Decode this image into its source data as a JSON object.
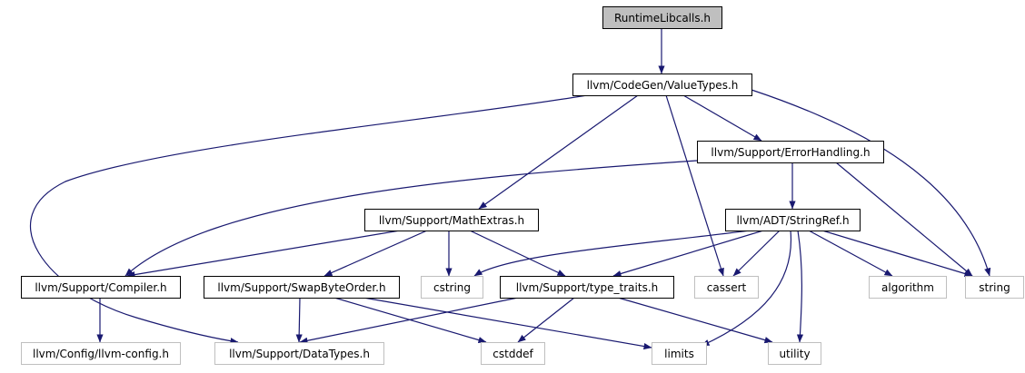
{
  "title": "RuntimeLibcalls.h",
  "colors": {
    "edge": "#191970",
    "root_fill": "#bfbfbf",
    "root_border": "#000000",
    "node_border": "#000000",
    "external_border": "#bfbfbf",
    "external_text": "#7f7f7f"
  },
  "nodes": [
    {
      "id": "runtimelibcalls",
      "label": "RuntimeLibcalls.h",
      "kind": "root"
    },
    {
      "id": "valuetypes",
      "label": "llvm/CodeGen/ValueTypes.h",
      "kind": "internal"
    },
    {
      "id": "errorhandling",
      "label": "llvm/Support/ErrorHandling.h",
      "kind": "internal"
    },
    {
      "id": "mathextras",
      "label": "llvm/Support/MathExtras.h",
      "kind": "internal"
    },
    {
      "id": "stringref",
      "label": "llvm/ADT/StringRef.h",
      "kind": "internal"
    },
    {
      "id": "compiler",
      "label": "llvm/Support/Compiler.h",
      "kind": "internal"
    },
    {
      "id": "swapbyteorder",
      "label": "llvm/Support/SwapByteOrder.h",
      "kind": "internal"
    },
    {
      "id": "cstring",
      "label": "cstring",
      "kind": "external"
    },
    {
      "id": "typetraits",
      "label": "llvm/Support/type_traits.h",
      "kind": "internal"
    },
    {
      "id": "cassert",
      "label": "cassert",
      "kind": "external"
    },
    {
      "id": "algorithm",
      "label": "algorithm",
      "kind": "external"
    },
    {
      "id": "string",
      "label": "string",
      "kind": "external"
    },
    {
      "id": "llvmconfig",
      "label": "llvm/Config/llvm-config.h",
      "kind": "external"
    },
    {
      "id": "datatypes",
      "label": "llvm/Support/DataTypes.h",
      "kind": "external"
    },
    {
      "id": "cstddef",
      "label": "cstddef",
      "kind": "external"
    },
    {
      "id": "limits",
      "label": "limits",
      "kind": "external"
    },
    {
      "id": "utility",
      "label": "utility",
      "kind": "external"
    }
  ],
  "edges": [
    {
      "from": "runtimelibcalls",
      "to": "valuetypes"
    },
    {
      "from": "valuetypes",
      "to": "datatypes"
    },
    {
      "from": "valuetypes",
      "to": "mathextras"
    },
    {
      "from": "valuetypes",
      "to": "cassert"
    },
    {
      "from": "valuetypes",
      "to": "errorhandling"
    },
    {
      "from": "valuetypes",
      "to": "string"
    },
    {
      "from": "errorhandling",
      "to": "compiler"
    },
    {
      "from": "errorhandling",
      "to": "stringref"
    },
    {
      "from": "errorhandling",
      "to": "string"
    },
    {
      "from": "mathextras",
      "to": "compiler"
    },
    {
      "from": "mathextras",
      "to": "swapbyteorder"
    },
    {
      "from": "mathextras",
      "to": "cstring"
    },
    {
      "from": "mathextras",
      "to": "typetraits"
    },
    {
      "from": "stringref",
      "to": "cstring"
    },
    {
      "from": "stringref",
      "to": "typetraits"
    },
    {
      "from": "stringref",
      "to": "cassert"
    },
    {
      "from": "stringref",
      "to": "algorithm"
    },
    {
      "from": "stringref",
      "to": "string"
    },
    {
      "from": "stringref",
      "to": "limits"
    },
    {
      "from": "stringref",
      "to": "utility"
    },
    {
      "from": "compiler",
      "to": "llvmconfig"
    },
    {
      "from": "swapbyteorder",
      "to": "datatypes"
    },
    {
      "from": "swapbyteorder",
      "to": "cstddef"
    },
    {
      "from": "swapbyteorder",
      "to": "limits"
    },
    {
      "from": "typetraits",
      "to": "datatypes"
    },
    {
      "from": "typetraits",
      "to": "cstddef"
    },
    {
      "from": "typetraits",
      "to": "utility"
    }
  ]
}
